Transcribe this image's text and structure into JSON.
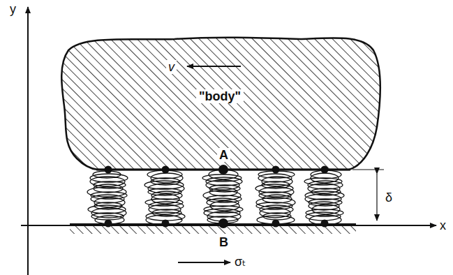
{
  "diagram": {
    "nodes": [
      {
        "text": [
          "\"body\""
        ]
      }
    ],
    "labels": [
      "y",
      "x",
      "v",
      "A",
      "B",
      "δ",
      "σₜ"
    ]
  }
}
